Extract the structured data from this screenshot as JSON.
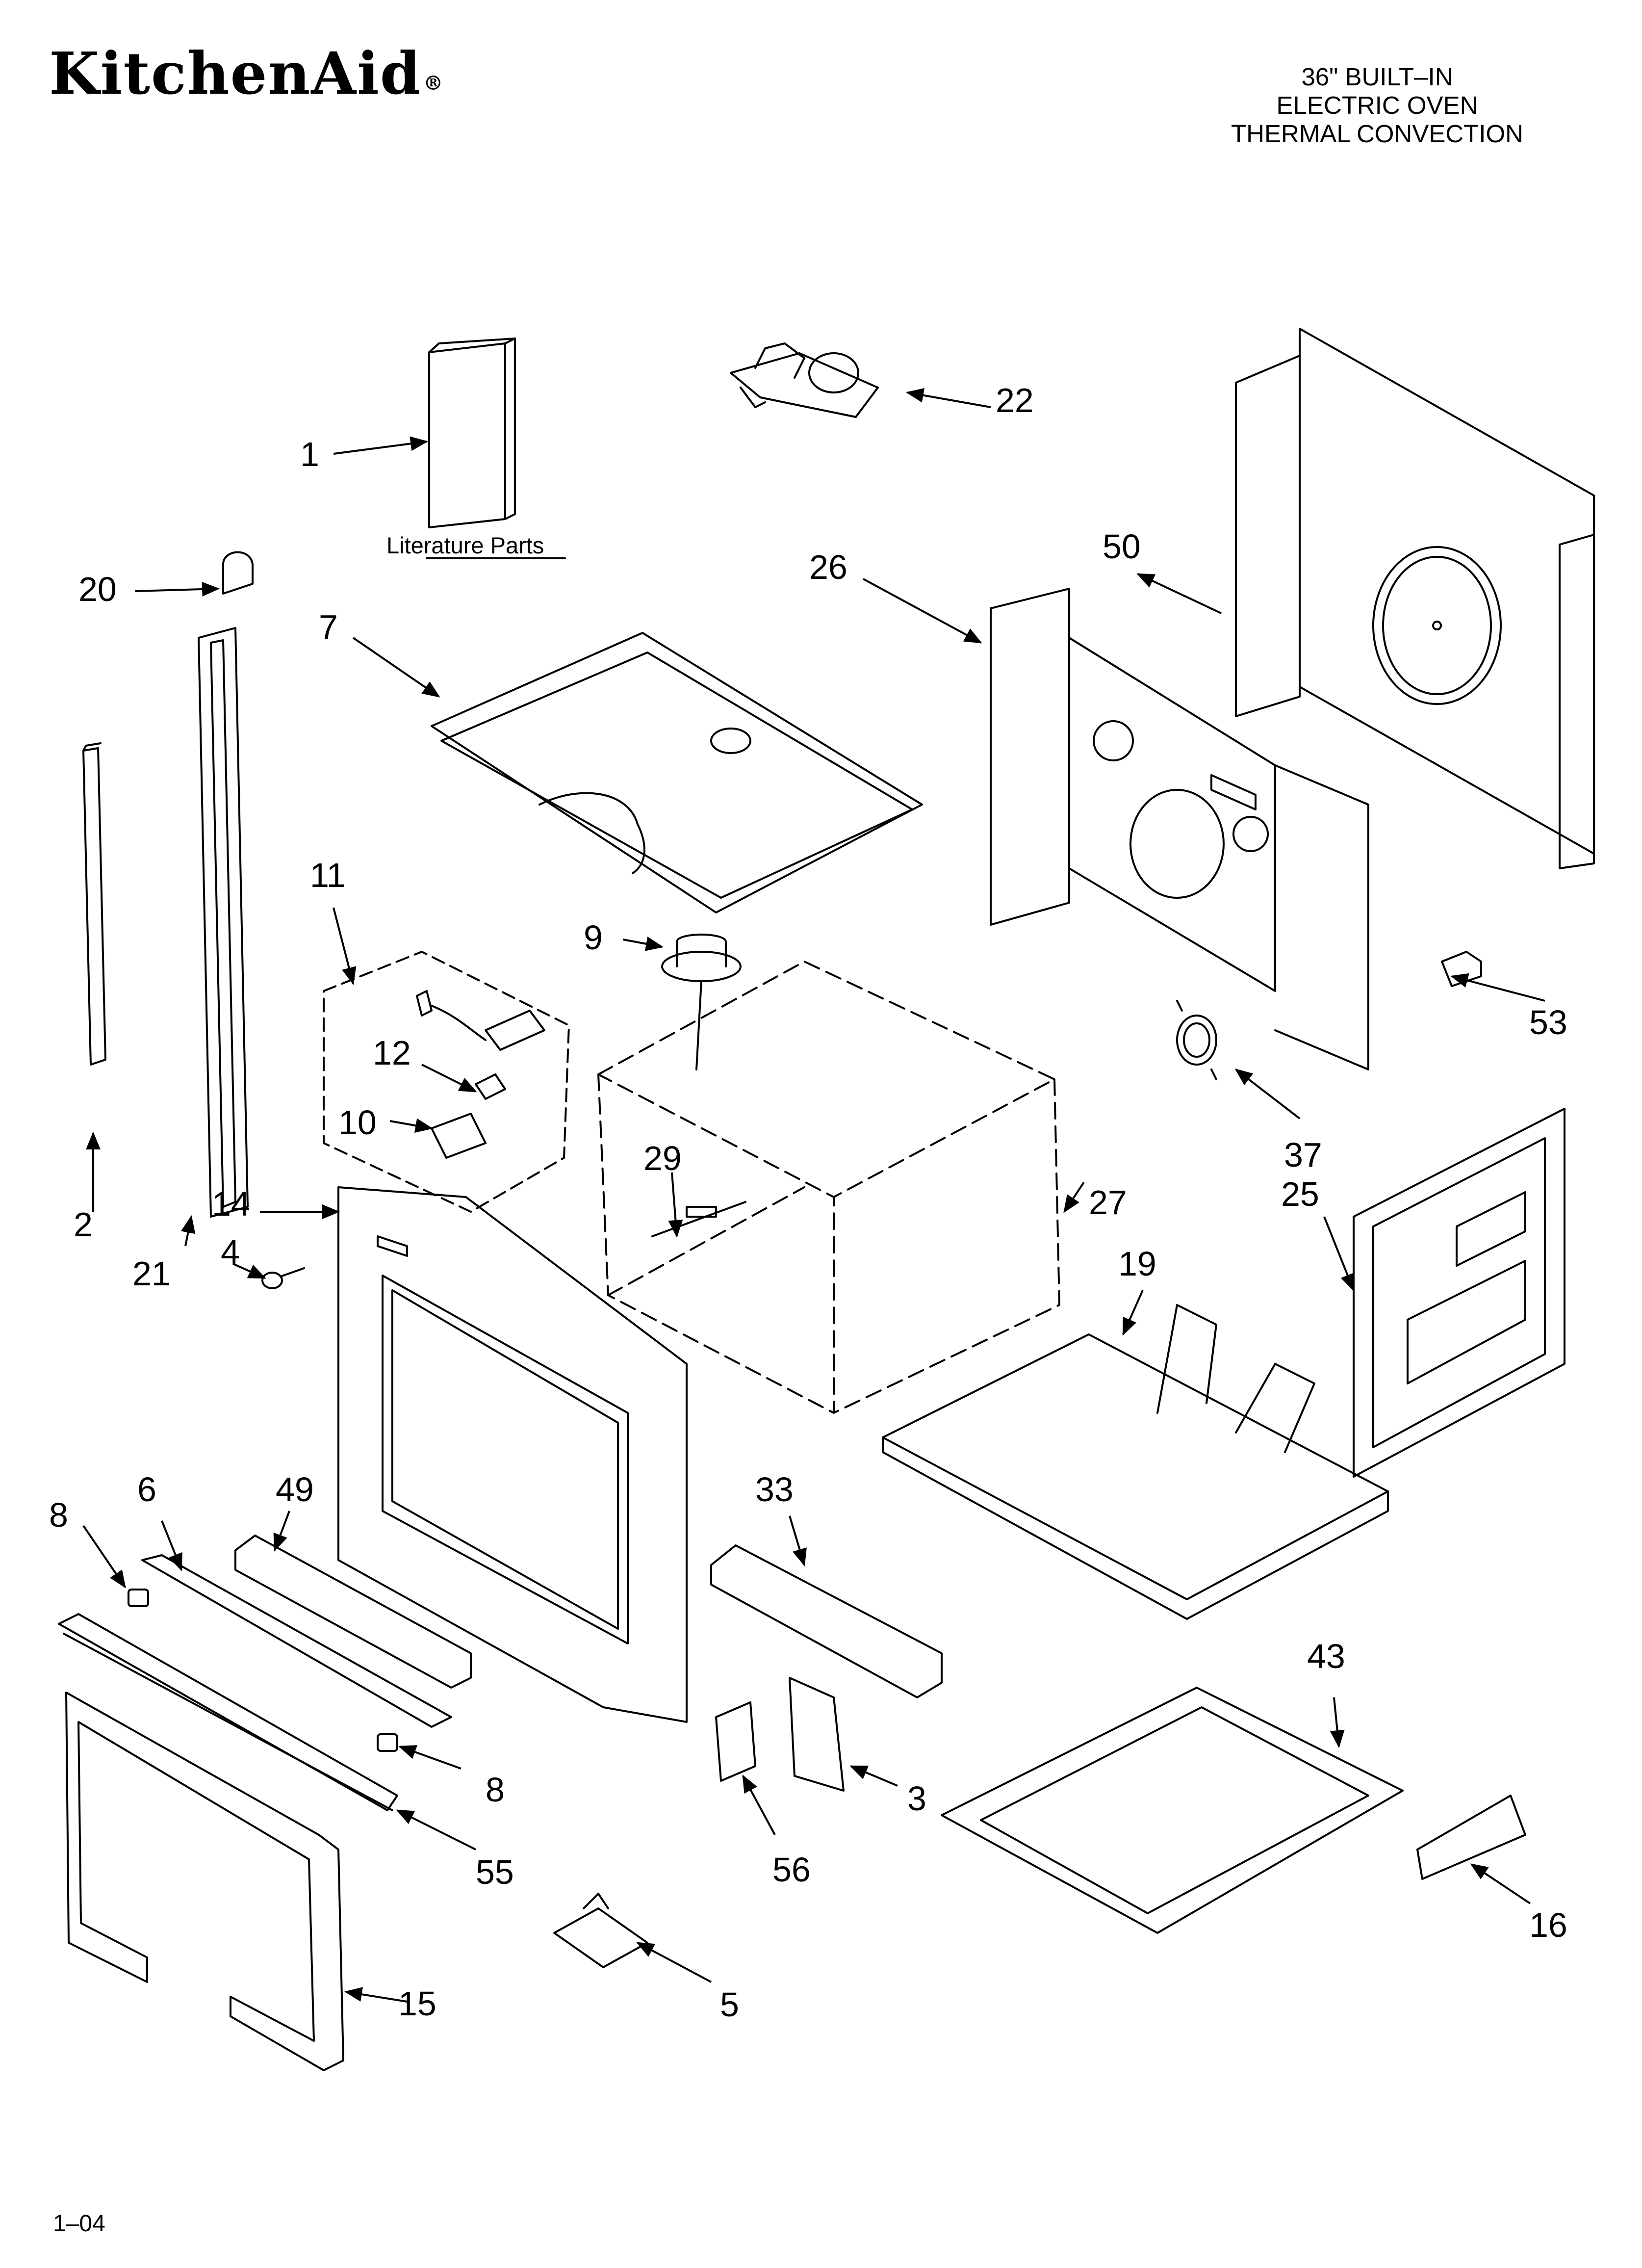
{
  "header": {
    "brand": "KitchenAid",
    "brand_mark": "®",
    "title_lines": [
      "36\" BUILT–IN",
      "ELECTRIC OVEN",
      "THERMAL CONVECTION"
    ]
  },
  "diagram": {
    "literature_caption": "Literature Parts",
    "callouts": [
      "1",
      "2",
      "3",
      "4",
      "5",
      "6",
      "7",
      "8",
      "8",
      "9",
      "10",
      "11",
      "12",
      "14",
      "15",
      "16",
      "19",
      "20",
      "21",
      "22",
      "25",
      "26",
      "27",
      "29",
      "33",
      "37",
      "43",
      "49",
      "50",
      "53",
      "55",
      "56"
    ]
  },
  "footer": {
    "code": "1–04"
  }
}
